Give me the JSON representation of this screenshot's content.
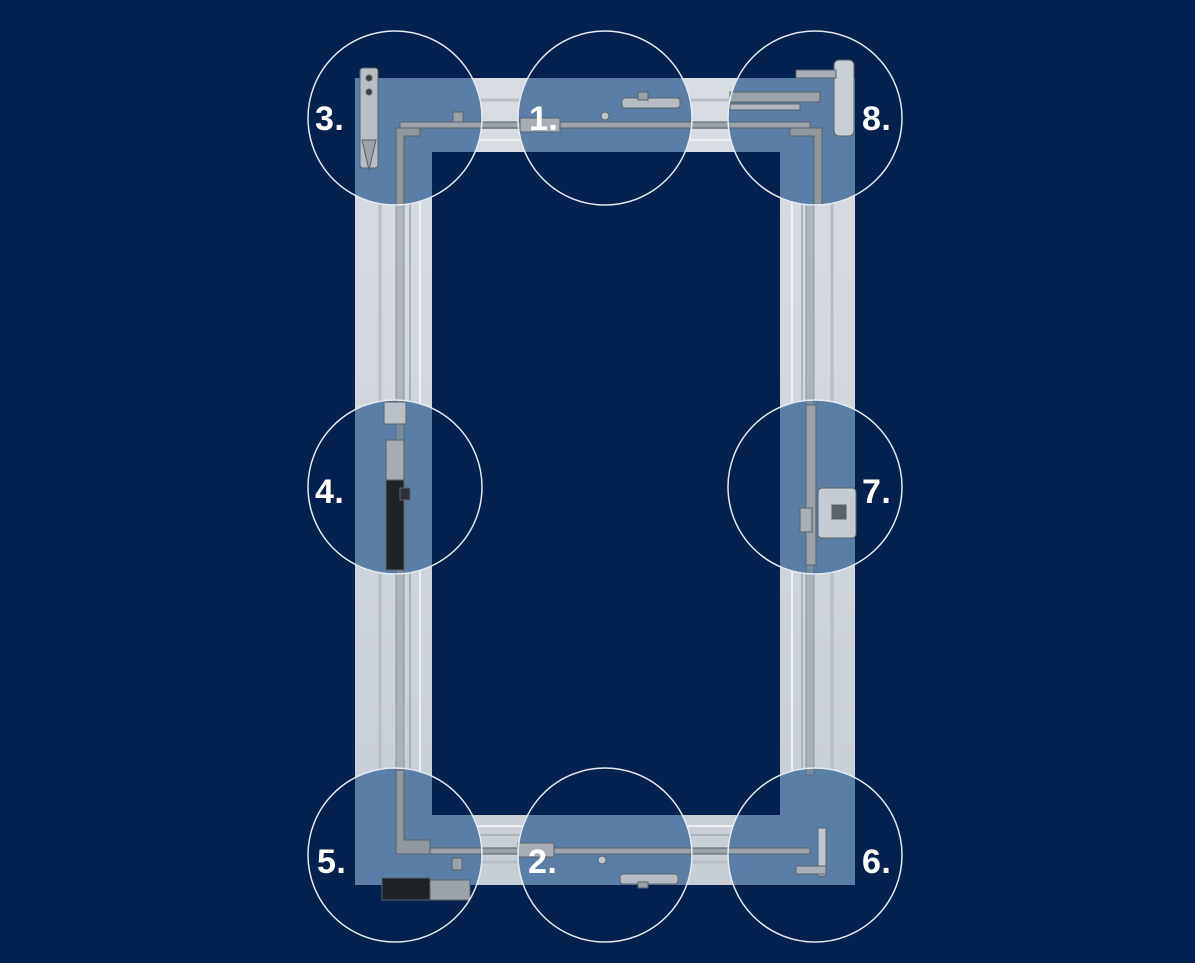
{
  "colors": {
    "background": "#04214f",
    "frame_outer": "#d9dee4",
    "frame_inner": "#c6ccd4",
    "highlight": "#5b7fa5",
    "circle_stroke": "#e8edf3",
    "hardware": "#8c949c",
    "text": "#ffffff"
  },
  "callouts": [
    {
      "id": "1",
      "label": "1."
    },
    {
      "id": "2",
      "label": "2."
    },
    {
      "id": "3",
      "label": "3."
    },
    {
      "id": "4",
      "label": "4."
    },
    {
      "id": "5",
      "label": "5."
    },
    {
      "id": "6",
      "label": "6."
    },
    {
      "id": "7",
      "label": "7."
    },
    {
      "id": "8",
      "label": "8."
    }
  ]
}
